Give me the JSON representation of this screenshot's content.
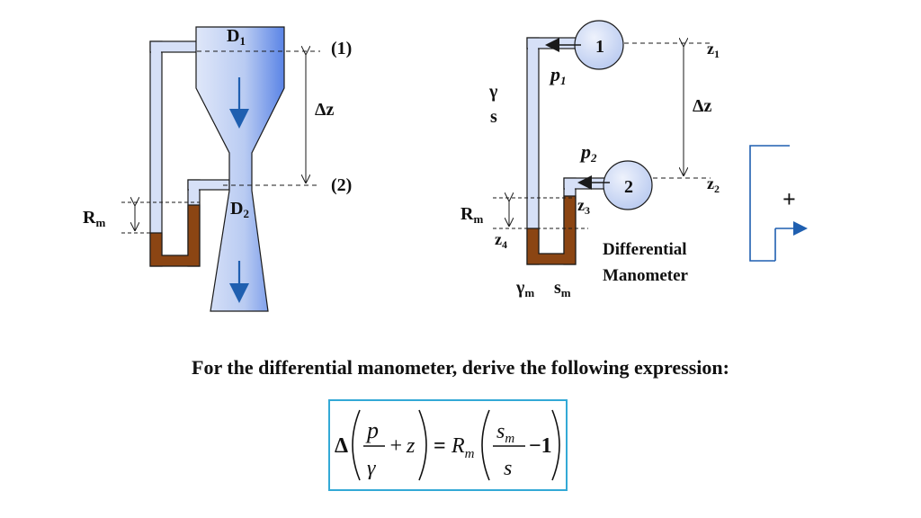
{
  "colors": {
    "fluid_light": "#d6e0f7",
    "fluid_dark": "#5a84e6",
    "manometer_fluid": "#8b4513",
    "outline": "#1a1a1a",
    "arrow": "#1f5fb0",
    "equation_border": "#33a9d6"
  },
  "left_diagram": {
    "label_d1": "D",
    "label_d1_sub": "1",
    "label_d2": "D",
    "label_d2_sub": "2",
    "label_section1": "(1)",
    "label_section2": "(2)",
    "label_delta_z": "Δz",
    "label_rm": "R",
    "label_rm_sub": "m"
  },
  "right_diagram": {
    "node1_label": "1",
    "node2_label": "2",
    "label_p1": "p",
    "label_p1_sub": "1",
    "label_p2": "p",
    "label_p2_sub": "2",
    "label_gamma": "γ",
    "label_s": "s",
    "label_z1": "z",
    "label_z1_sub": "1",
    "label_z2": "z",
    "label_z2_sub": "2",
    "label_z3": "z",
    "label_z3_sub": "3",
    "label_z4": "z",
    "label_z4_sub": "4",
    "label_delta_z": "Δz",
    "label_rm": "R",
    "label_rm_sub": "m",
    "label_gamma_m": "γ",
    "label_gamma_m_sub": "m",
    "label_s_m": "s",
    "label_s_m_sub": "m",
    "caption_line1": "Differential",
    "caption_line2": "Manometer"
  },
  "sign_convention": {
    "plus_label": "+"
  },
  "prompt_text": "For the differential manometer, derive the following expression:",
  "equation": {
    "delta": "Δ",
    "p": "p",
    "gamma": "γ",
    "plus": "+",
    "z": "z",
    "equals": "=",
    "R": "R",
    "m_sub": "m",
    "s_top": "s",
    "s_top_sub": "m",
    "s_bottom": "s",
    "minus_one": "−1"
  }
}
